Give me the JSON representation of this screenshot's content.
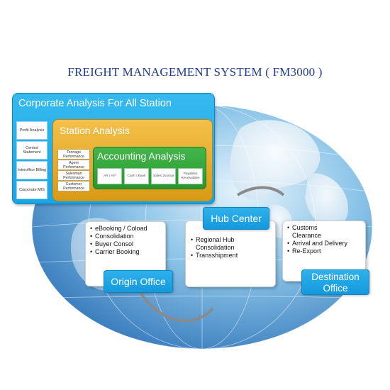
{
  "title": "FREIGHT MANAGEMENT SYSTEM ( FM3000 )",
  "colors": {
    "title": "#1f3d8a",
    "corporate": "#1aa5e4",
    "station": "#e0a322",
    "accounting": "#2f9e37",
    "office_label": "#1a9de0"
  },
  "corporate": {
    "title": "Corporate Analysis For All Station",
    "items": [
      "Profit Analysis",
      "Central Statement",
      "Interoffice Billing",
      "Corporate MIS"
    ]
  },
  "station": {
    "title": "Station Analysis",
    "items": [
      "Tonnage Performance",
      "Agent Performance",
      "Salesman Performance",
      "Customer Performance"
    ]
  },
  "accounting": {
    "title": "Accounting Analysis",
    "items": [
      "AR / AP",
      "Cash / Bank",
      "Sales Journal",
      "Payables Receivables"
    ]
  },
  "origin": {
    "label": "Origin Office",
    "items": [
      "eBooking / Coload",
      "Consolidation",
      "Buyer Consol",
      "Carrier Booking"
    ]
  },
  "hub": {
    "label": "Hub Center",
    "items": [
      "Regional Hub Consolidation",
      "Transshipment"
    ]
  },
  "destination": {
    "label_line1": "Destination",
    "label_line2": "Office",
    "items": [
      "Customs Clearance",
      "Arrival and Delivery",
      "Re-Export"
    ]
  }
}
